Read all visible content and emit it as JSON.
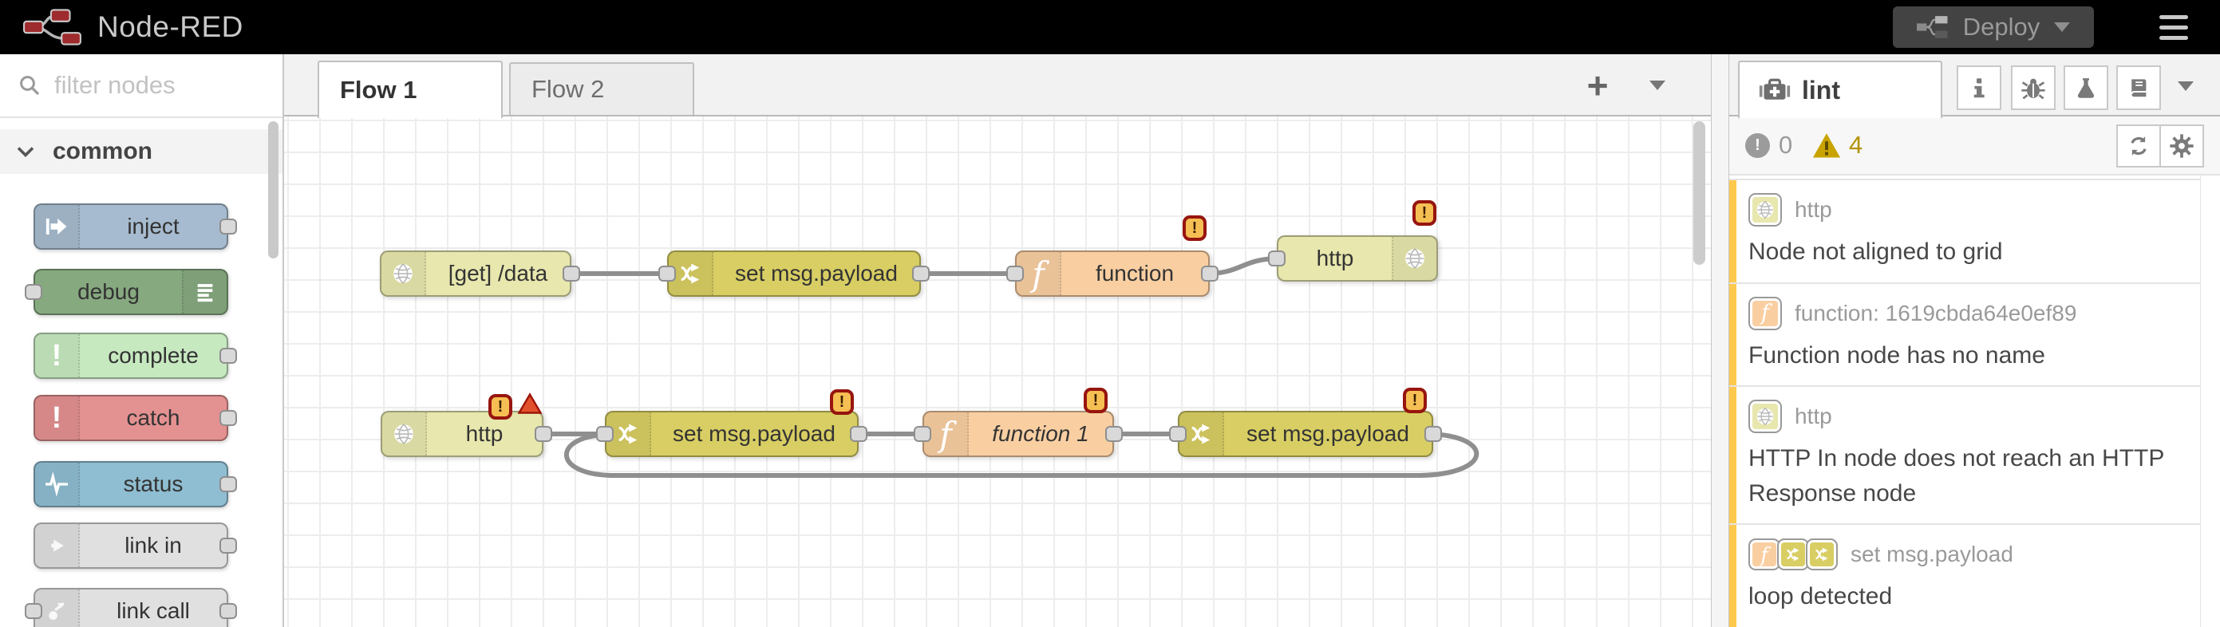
{
  "header": {
    "title": "Node-RED",
    "deploy_label": "Deploy"
  },
  "palette": {
    "filter_placeholder": "filter nodes",
    "section_label": "common",
    "items": [
      {
        "label": "inject"
      },
      {
        "label": "debug"
      },
      {
        "label": "complete"
      },
      {
        "label": "catch"
      },
      {
        "label": "status"
      },
      {
        "label": "link in"
      },
      {
        "label": "link call"
      }
    ]
  },
  "workspace": {
    "tabs": [
      {
        "label": "Flow 1"
      },
      {
        "label": "Flow 2"
      }
    ],
    "add_label": "+"
  },
  "canvas": {
    "nodes": [
      {
        "label": "[get] /data",
        "type": "http in"
      },
      {
        "label": "set msg.payload",
        "type": "change"
      },
      {
        "label": "function",
        "type": "function"
      },
      {
        "label": "http",
        "type": "http response"
      },
      {
        "label": "http",
        "type": "http in"
      },
      {
        "label": "set msg.payload",
        "type": "change"
      },
      {
        "label": "function 1",
        "type": "function"
      },
      {
        "label": "set msg.payload",
        "type": "change"
      }
    ]
  },
  "sidebar": {
    "tab_label": "lint",
    "error_count": "0",
    "warning_count": "4",
    "items": [
      {
        "node_label": "http",
        "message": "Node not aligned to grid"
      },
      {
        "node_label": "function: 1619cbda64e0ef89",
        "message": "Function node has no name"
      },
      {
        "node_label": "http",
        "message": "HTTP In node does not reach an HTTP Response node"
      },
      {
        "node_label": "set msg.payload",
        "message": "loop detected"
      }
    ]
  },
  "symbols": {
    "warning": "!",
    "exclaim": "!"
  },
  "colors": {
    "header_bg": "#000000",
    "deploy_bg": "#434343",
    "node_http_in": "#e7e7ae",
    "node_change": "#d8ce63",
    "node_function": "#f9cfa2",
    "node_inject": "#a6bbcf",
    "node_debug": "#87a980",
    "node_complete": "#c7e9c0",
    "node_catch": "#e49191",
    "node_status": "#8fbdd1",
    "node_link": "#e0e0e0",
    "warning_stripe": "#ffc94d",
    "badge_fill": "#f6bf53",
    "badge_border": "#97150f",
    "error_triangle": "#e2512e",
    "wire": "#8f8f8f"
  }
}
